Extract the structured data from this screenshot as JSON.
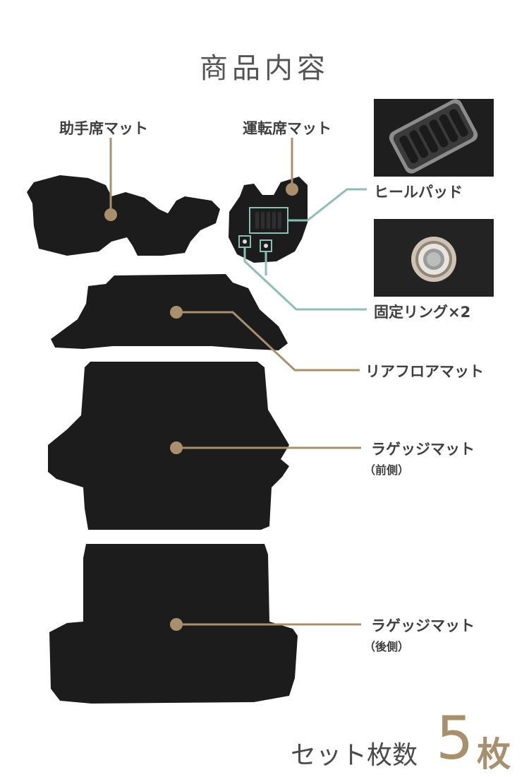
{
  "title": "商品内容",
  "labels": {
    "passenger_mat": "助手席マット",
    "driver_mat": "運転席マット",
    "heel_pad": "ヒールパッド",
    "fixing_ring": "固定リング×2",
    "rear_floor_mat": "リアフロアマット",
    "luggage_mat_front": "ラゲッジマット",
    "luggage_mat_front_sub": "（前側）",
    "luggage_mat_rear": "ラゲッジマット",
    "luggage_mat_rear_sub": "（後側）"
  },
  "set_count": {
    "label": "セット枚数",
    "number": "5",
    "unit": "枚"
  },
  "colors": {
    "mat": "#1c1c1c",
    "leader_brown": "#a8906c",
    "leader_teal": "#8cbfb4",
    "accent": "#a8906c"
  }
}
